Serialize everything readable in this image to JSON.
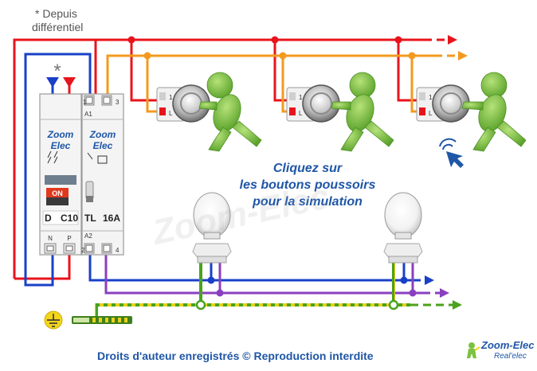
{
  "notes": {
    "asterisk": "*",
    "line1": "* Depuis",
    "line2": "différentiel"
  },
  "cta": {
    "line1": "Cliquez sur",
    "line2": "les boutons poussoirs",
    "line3": "pour la simulation"
  },
  "breaker": {
    "brand1": "Zoom",
    "brand2": "Elec",
    "on_label": "ON",
    "letter": "D",
    "rating": "C10",
    "term_n": "N",
    "term_p": "P"
  },
  "relay": {
    "brand1": "Zoom",
    "brand2": "Elec",
    "type": "TL",
    "rating": "16A",
    "term_1": "1",
    "term_3": "3",
    "term_a1": "A1",
    "term_a2": "A2",
    "term_2": "2",
    "term_4": "4"
  },
  "push_button": {
    "term_1": "1",
    "term_l": "L"
  },
  "footer": {
    "copyright": "Droits d'auteur enregistrés © Reproduction interdite",
    "watermark": "Zoom-Elec"
  },
  "brand": {
    "name": "Zoom-Elec",
    "tagline": "Real'elec"
  },
  "colors": {
    "phase": "#e8141b",
    "neutral": "#1a40c8",
    "command": "#f39a1e",
    "return": "#8a3fc0",
    "earth_green": "#4aa21d",
    "earth_yellow": "#e8d21a",
    "figure": "#7cc242",
    "cta": "#1f56a6"
  },
  "icons": [
    "click-hand-icon",
    "ground-symbol-icon",
    "bulb-icon",
    "push-button-icon",
    "arrow-right-icon"
  ]
}
